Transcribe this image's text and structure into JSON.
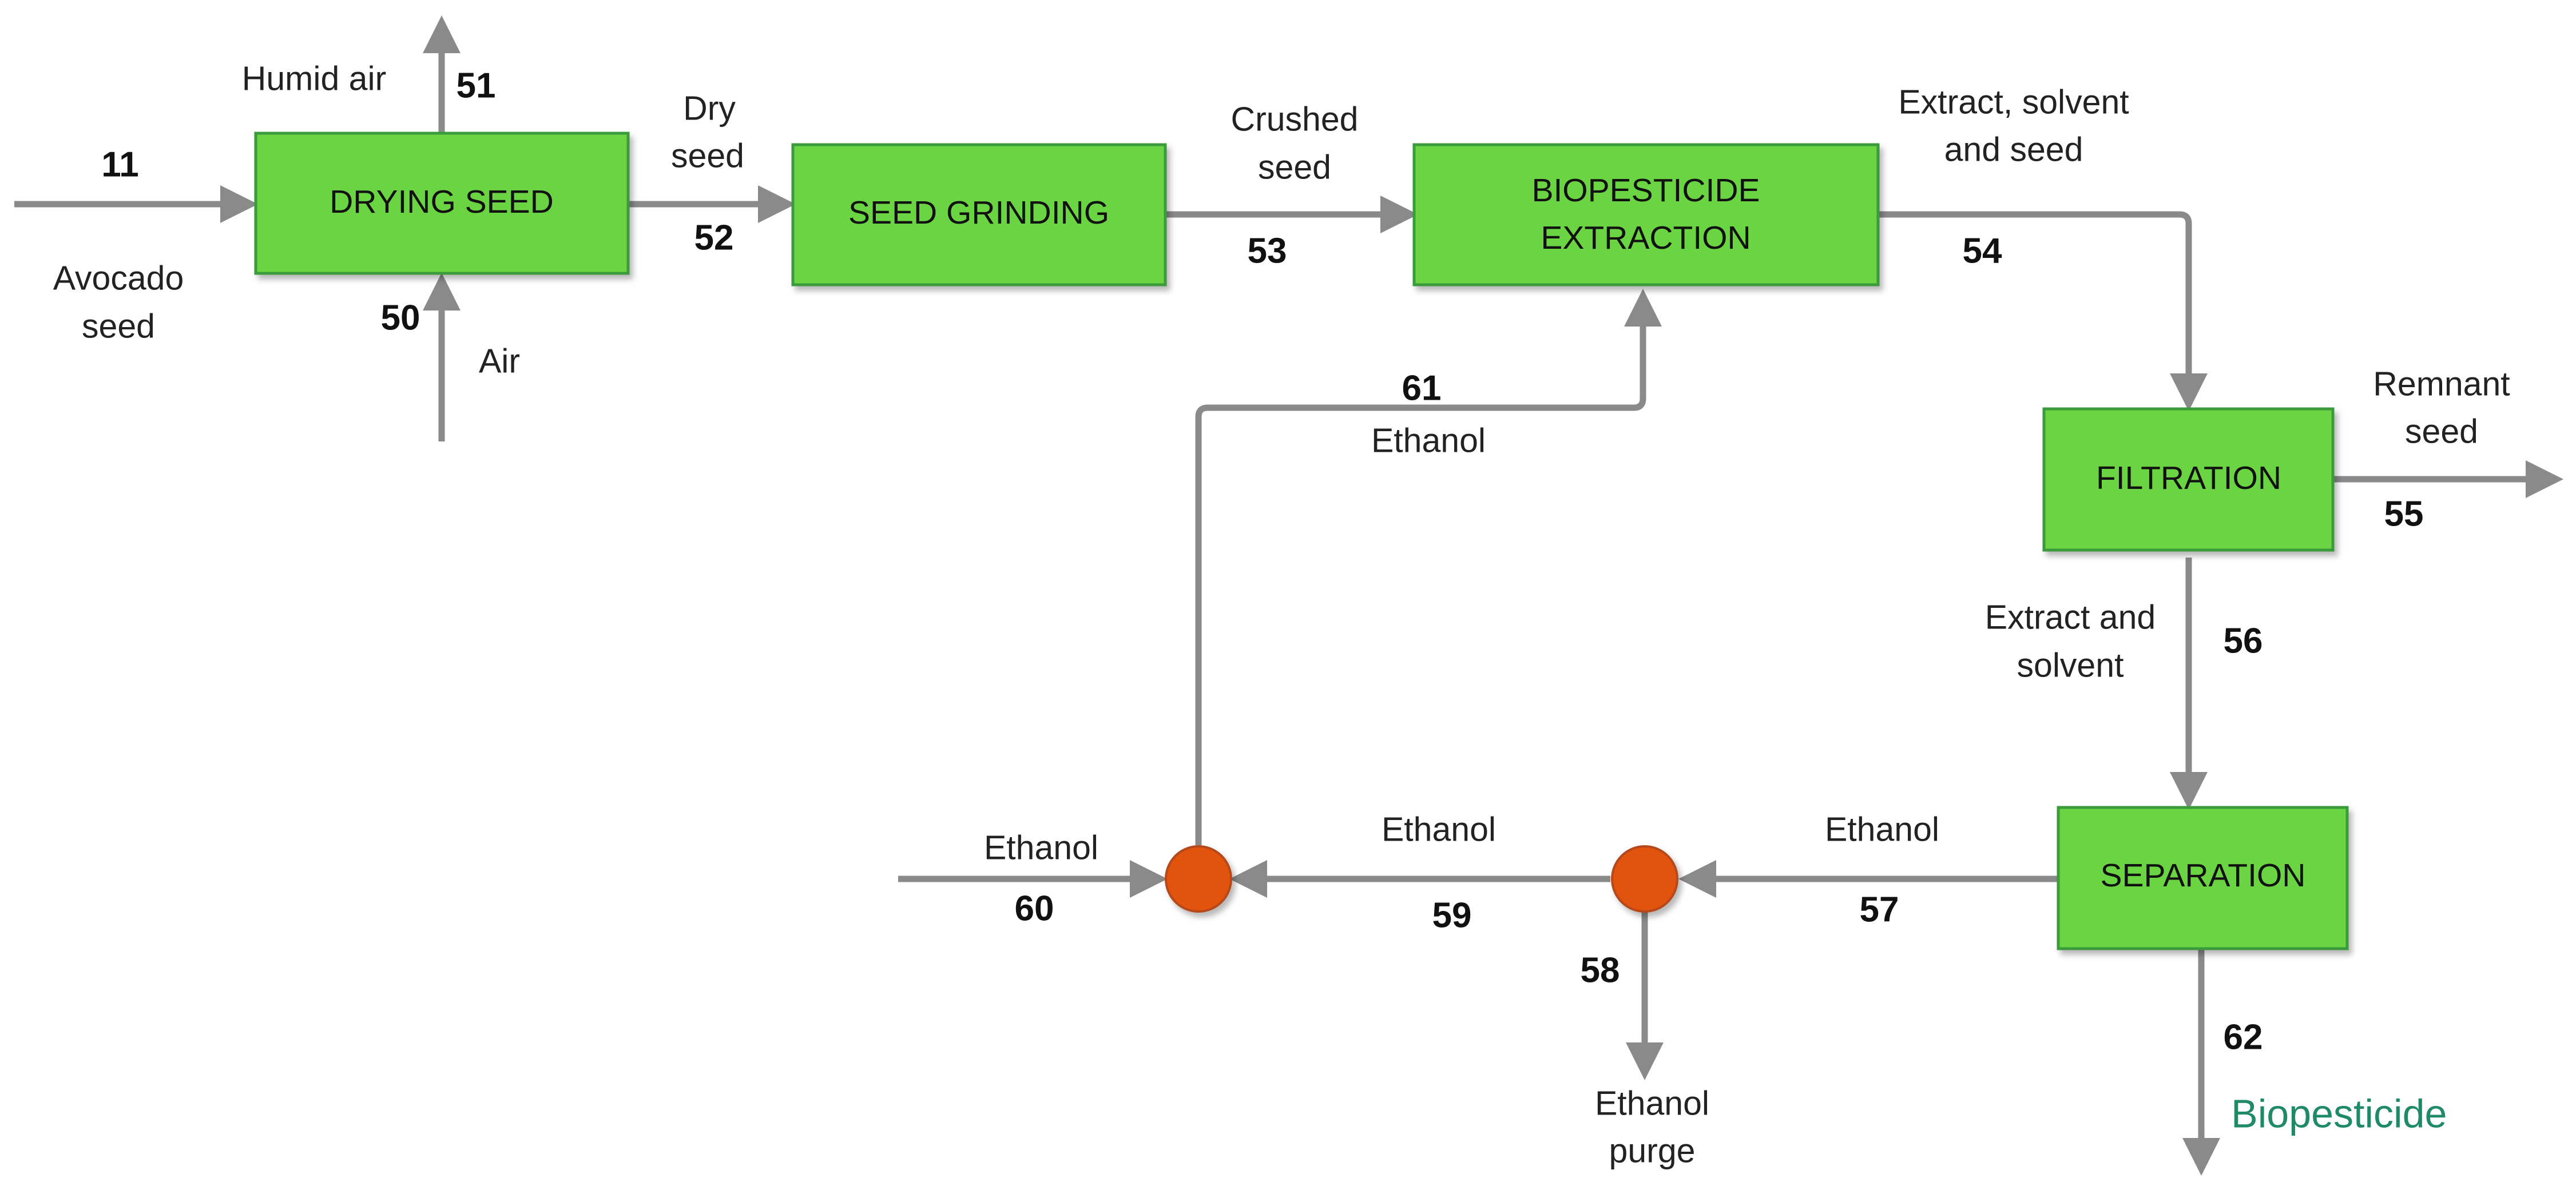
{
  "colors": {
    "unit_fill": "#6ad443",
    "unit_stroke": "#3a9a3a",
    "arrow": "#8a8a8a",
    "mixer_fill": "#e2520b",
    "mixer_stroke": "#b54a1e",
    "product_text": "#1f8a66"
  },
  "units": {
    "drying": "DRYING SEED",
    "grinding": "SEED GRINDING",
    "extraction_line1": "BIOPESTICIDE",
    "extraction_line2": "EXTRACTION",
    "filtration": "FILTRATION",
    "separation": "SEPARATION"
  },
  "streams": {
    "s11": {
      "number": "11",
      "label_line1": "Avocado",
      "label_line2": "seed"
    },
    "s50": {
      "number": "50",
      "label": "Air"
    },
    "s51": {
      "number": "51",
      "label": "Humid air"
    },
    "s52": {
      "number": "52",
      "label_line1": "Dry",
      "label_line2": "seed"
    },
    "s53": {
      "number": "53",
      "label_line1": "Crushed",
      "label_line2": "seed"
    },
    "s54": {
      "number": "54",
      "label_line1": "Extract, solvent",
      "label_line2": "and seed"
    },
    "s55": {
      "number": "55",
      "label_line1": "Remnant",
      "label_line2": "seed"
    },
    "s56": {
      "number": "56",
      "label_line1": "Extract and",
      "label_line2": "solvent"
    },
    "s57": {
      "number": "57",
      "label": "Ethanol"
    },
    "s58": {
      "number": "58",
      "label_line1": "Ethanol",
      "label_line2": "purge"
    },
    "s59": {
      "number": "59",
      "label": "Ethanol"
    },
    "s60": {
      "number": "60",
      "label": "Ethanol"
    },
    "s61": {
      "number": "61",
      "label": "Ethanol"
    },
    "s62": {
      "number": "62",
      "label": "Biopesticide"
    }
  }
}
